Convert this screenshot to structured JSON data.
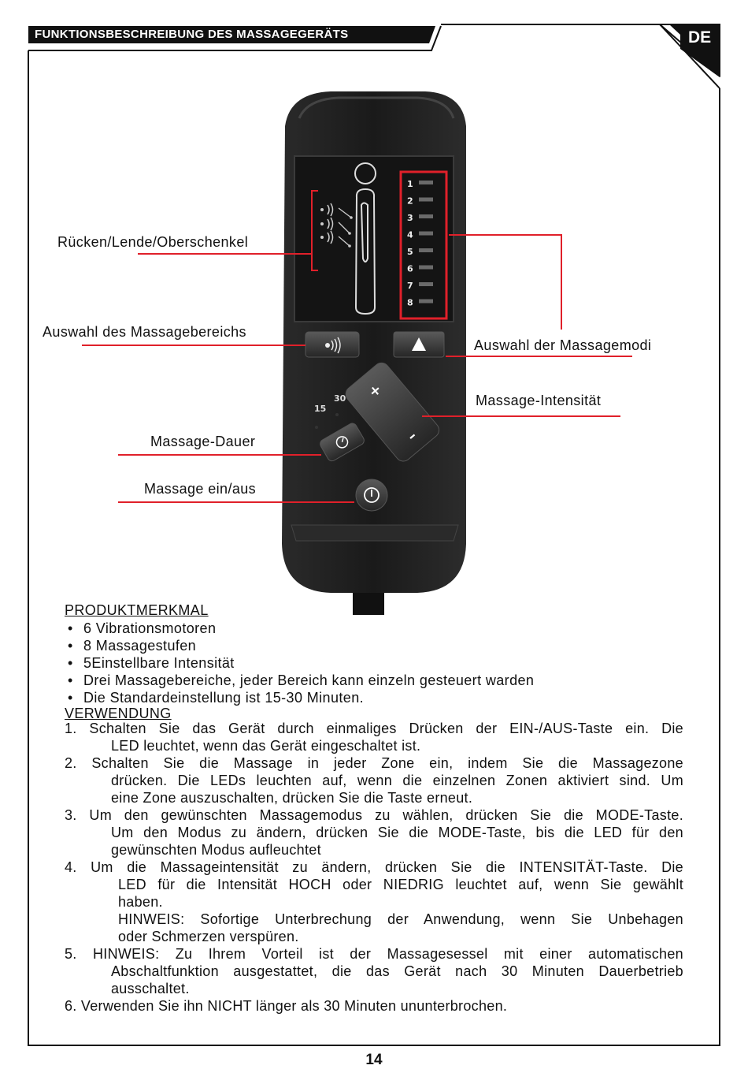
{
  "header": {
    "title": "FUNKTIONSBESCHREIBUNG DES MASSAGEGERÄTS",
    "lang_tab": "DE"
  },
  "colors": {
    "callout_line": "#e0202a",
    "frame": "#111111",
    "remote_body": "#1b1b1b"
  },
  "remote": {
    "level_numbers": [
      "1",
      "2",
      "3",
      "4",
      "5",
      "6",
      "7",
      "8"
    ],
    "timer_15": "15",
    "timer_30": "30",
    "plus_label": "+",
    "minus_label": "–",
    "icons": [
      "body-outline-icon",
      "vibration-wave-icon",
      "triangle-up-icon",
      "clock-icon",
      "power-icon"
    ]
  },
  "callouts": {
    "zone": "Rücken/Lende/Oberschenkel",
    "area_select": "Auswahl des Massagebereichs",
    "mode_select": "Auswahl der Massagemodi",
    "intensity": "Massage-Intensität",
    "duration": "Massage-Dauer",
    "power": "Massage ein/aus"
  },
  "features": {
    "title": "PRODUKTMERKMAL",
    "items": [
      "6 Vibrationsmotoren",
      "8 Massagestufen",
      "5Einstellbare Intensität",
      "Drei Massagebereiche, jeder Bereich kann einzeln gesteuert warden",
      "Die Standardeinstellung ist 15-30 Minuten."
    ]
  },
  "usage": {
    "title": "VERWENDUNG",
    "steps": [
      {
        "num": "1.",
        "lines": [
          "Schalten Sie das Gerät durch einmaliges Drücken der EIN-/AUS-Taste ein. Die",
          "LED leuchtet, wenn das Gerät eingeschaltet ist."
        ]
      },
      {
        "num": "2.",
        "lines": [
          "Schalten Sie die Massage in jeder Zone ein, indem Sie die Massagezone",
          "drücken. Die LEDs leuchten auf, wenn die einzelnen Zonen aktiviert sind. Um",
          "eine Zone auszuschalten, drücken Sie die Taste erneut."
        ]
      },
      {
        "num": "3.",
        "lines": [
          "Um den gewünschten Massagemodus zu wählen, drücken Sie die MODE-Taste.",
          "Um den Modus zu ändern, drücken Sie die MODE-Taste, bis die LED für den",
          "gewünschten Modus aufleuchtet"
        ]
      },
      {
        "num": "4.",
        "lines": [
          "Um die Massageintensität zu ändern, drücken Sie die INTENSITÄT-Taste. Die",
          "LED für die Intensität HOCH oder NIEDRIG leuchtet auf, wenn Sie gewählt",
          "haben.",
          "HINWEIS: Sofortige Unterbrechung der Anwendung, wenn Sie Unbehagen",
          "oder Schmerzen verspüren."
        ]
      },
      {
        "num": "5.",
        "lines": [
          "HINWEIS: Zu Ihrem Vorteil ist der Massagesessel mit einer automatischen",
          "Abschaltfunktion ausgestattet, die das Gerät nach 30 Minuten Dauerbetrieb",
          "ausschaltet."
        ]
      },
      {
        "num": "6.",
        "lines": [
          "Verwenden Sie ihn NICHT länger als 30 Minuten ununterbrochen."
        ]
      }
    ]
  },
  "page_number": "14"
}
